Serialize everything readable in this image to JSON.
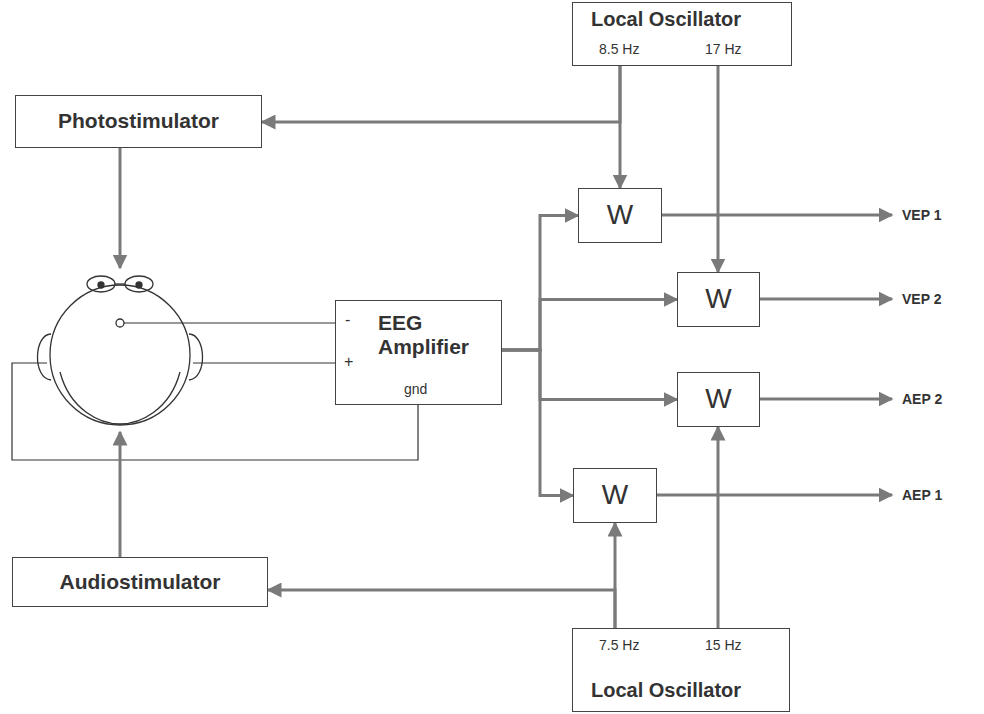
{
  "diagram": {
    "nodes": [
      {
        "text": [
          "Local Oscillator",
          "8.5 Hz",
          "17 Hz"
        ]
      },
      {
        "text": [
          "Photostimulator"
        ]
      },
      {
        "text": [
          "W"
        ]
      },
      {
        "text": [
          "W"
        ]
      },
      {
        "text": [
          "EEG Amplifier",
          "-",
          "+",
          "gnd"
        ]
      },
      {
        "text": [
          "W"
        ]
      },
      {
        "text": [
          "W"
        ]
      },
      {
        "text": [
          "Audiostimulator"
        ]
      },
      {
        "text": [
          "7.5 Hz",
          "15 Hz",
          "Local Oscillator"
        ]
      }
    ],
    "edges": [
      {
        "from": 0,
        "to": 1,
        "arrow": "to"
      },
      {
        "from": 0,
        "to": 2,
        "arrow": "to"
      },
      {
        "from": 0,
        "to": 3,
        "arrow": "to"
      },
      {
        "from": 4,
        "to": 2,
        "arrow": "to"
      },
      {
        "from": 4,
        "to": 3,
        "arrow": "to"
      },
      {
        "from": 4,
        "to": 5,
        "arrow": "to"
      },
      {
        "from": 4,
        "to": 6,
        "arrow": "to"
      },
      {
        "from": 8,
        "to": 6,
        "arrow": "to"
      },
      {
        "from": 8,
        "to": 7,
        "arrow": "to"
      },
      {
        "from": 8,
        "to": 5,
        "arrow": "to"
      }
    ],
    "labels": [
      "VEP 1",
      "VEP 2",
      "AEP 2",
      "AEP 1"
    ]
  }
}
